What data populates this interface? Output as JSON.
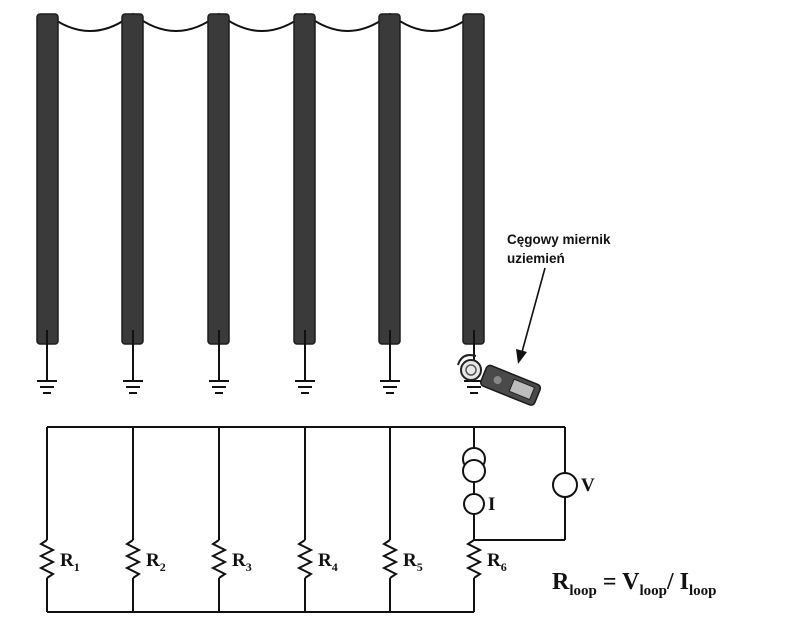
{
  "annotation": {
    "line1": "Cęgowy miernik",
    "line2": "uziemień"
  },
  "resistors": [
    {
      "label": "R",
      "sub": "1"
    },
    {
      "label": "R",
      "sub": "2"
    },
    {
      "label": "R",
      "sub": "3"
    },
    {
      "label": "R",
      "sub": "4"
    },
    {
      "label": "R",
      "sub": "5"
    },
    {
      "label": "R",
      "sub": "6"
    }
  ],
  "sources": {
    "current_label": "I",
    "voltage_label": "V"
  },
  "formula": {
    "lhs": "R",
    "lhs_sub": "loop",
    "eq": " = ",
    "num": "V",
    "num_sub": "loop",
    "slash": "/ ",
    "den": "I",
    "den_sub": "loop"
  },
  "colors": {
    "pole": "#3a3a3a",
    "pole_edge": "#1c1c1c",
    "line": "#111111"
  },
  "icons": [
    "ground-symbol-icon",
    "clamp-meter-icon",
    "resistor-icon",
    "current-source-icon",
    "voltmeter-icon"
  ]
}
